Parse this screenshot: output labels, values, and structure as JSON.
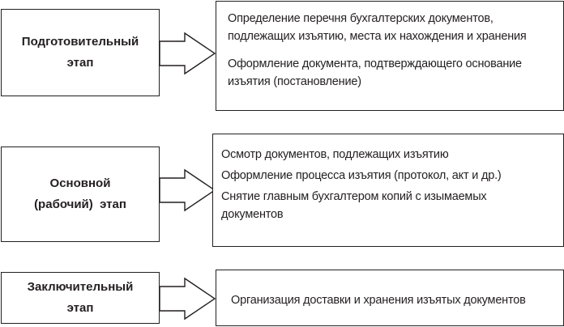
{
  "stages": [
    {
      "name_lines": [
        "Подготовительный",
        "этап"
      ],
      "items": [
        "Определение перечня бухгалтерских документов, подлежащих изъятию, места их нахождения и хранения",
        "Оформление документа, подтверждающего основание изъятия (постановление)"
      ]
    },
    {
      "name_lines": [
        "Основной",
        "(рабочий)  этап"
      ],
      "items": [
        "Осмотр документов, подлежащих изъятию",
        "Оформление процесса изъятия (протокол, акт и др.)",
        "Снятие главным бухгалтером копий с изымаемых документов"
      ]
    },
    {
      "name_lines": [
        "Заключительный",
        "этап"
      ],
      "items": [
        "Организация доставки и хранения изъятых документов"
      ]
    }
  ]
}
